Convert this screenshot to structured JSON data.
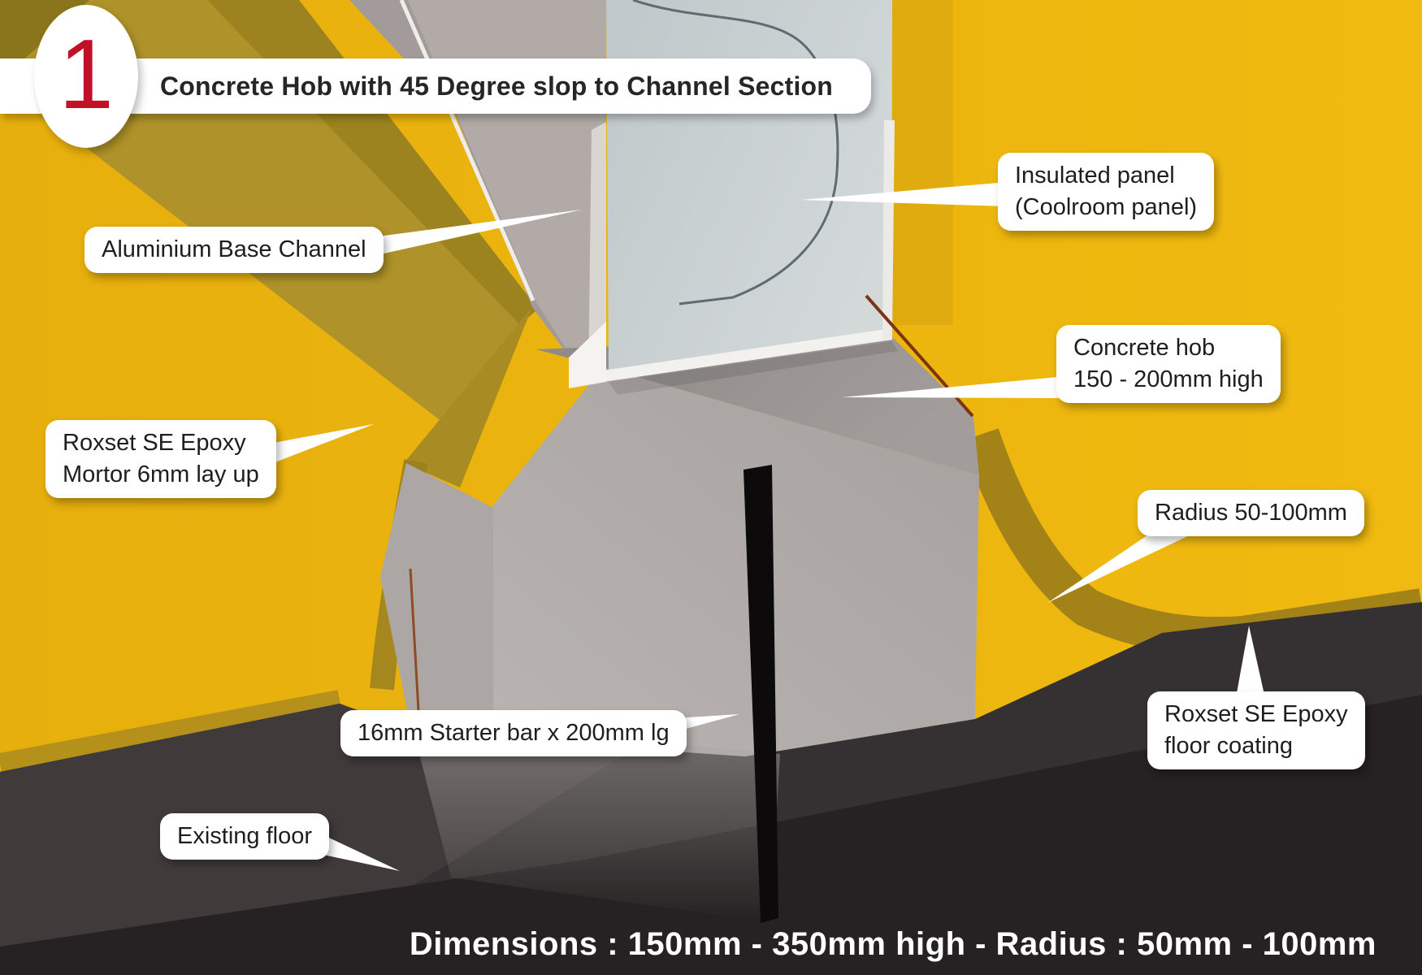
{
  "badge": {
    "number": "1"
  },
  "title": "Concrete Hob with 45 Degree slop to Channel Section",
  "labels": {
    "insulated_panel": {
      "line1": "Insulated panel",
      "line2": "(Coolroom panel)"
    },
    "aluminium_base_channel": {
      "line1": "Aluminium Base Channel"
    },
    "concrete_hob": {
      "line1": "Concrete hob",
      "line2": "150 - 200mm high"
    },
    "roxset_mortar": {
      "line1": "Roxset SE Epoxy",
      "line2": "Mortor 6mm lay up"
    },
    "radius": {
      "line1": "Radius 50-100mm"
    },
    "roxset_floor_coating": {
      "line1": "Roxset SE Epoxy",
      "line2": "floor coating"
    },
    "starter_bar": {
      "line1": "16mm Starter bar x 200mm lg"
    },
    "existing_floor": {
      "line1": "Existing floor"
    }
  },
  "footer": {
    "dimensions": "Dimensions : 150mm - 350mm high - Radius : 50mm - 100mm"
  },
  "colors": {
    "badge_red": "#C11028",
    "epoxy_yellow": "#EAB30E",
    "slope_olive": "#AF9229",
    "hob_gray": "#B1ACAA",
    "panel_gray": "#C8CFD1",
    "channel_white": "#F3F1EE",
    "existing_floor_dark": "#2B2728",
    "label_bg": "#FFFFFF",
    "red_edge_line": "#7D3414"
  }
}
